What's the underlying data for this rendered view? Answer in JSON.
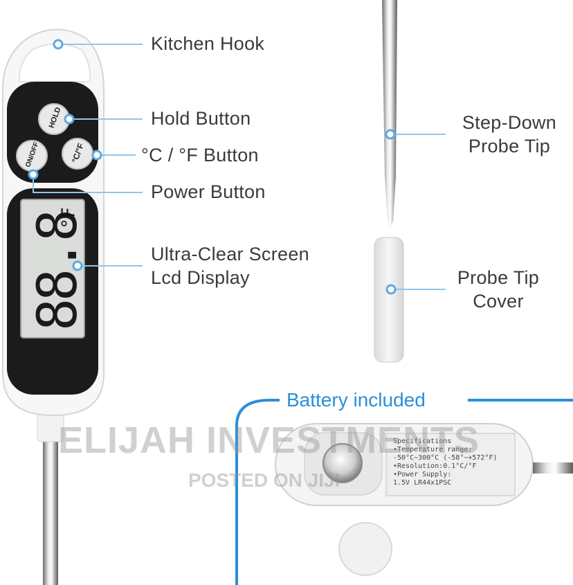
{
  "callouts": {
    "kitchen_hook": "Kitchen Hook",
    "hold_button": "Hold Button",
    "unit_button": "°C / °F Button",
    "power_button": "Power Button",
    "screen_line1": "Ultra-Clear Screen",
    "screen_line2": "Lcd Display",
    "probe_tip_line1": "Step-Down",
    "probe_tip_line2": "Probe Tip",
    "cover_line1": "Probe Tip",
    "cover_line2": "Cover"
  },
  "device": {
    "hold_label": "HOLD",
    "onoff_label": "ON/OFF",
    "unit_label": "°C/°F",
    "lcd_digits": "88.8",
    "lcd_unit": "°F"
  },
  "battery": {
    "title": "Battery included",
    "spec_lines": [
      "Specifications",
      "•Temperature range:",
      "  -50°C~300°C  (-58°~+572°F)",
      "•Resolution:0.1°C/°F",
      "•Power Supply:",
      "  1.5V LR44x1PSC"
    ]
  },
  "watermark": {
    "main": "ELIJAH INVESTMENTS",
    "sub": "POSTED ON JIJI"
  },
  "colors": {
    "callout_line": "#8fc6ee",
    "callout_dot": "#5aa9e6",
    "battery_frame": "#2b8fd6",
    "device_black": "#1b1b1b",
    "device_white": "#f7f7f7"
  }
}
